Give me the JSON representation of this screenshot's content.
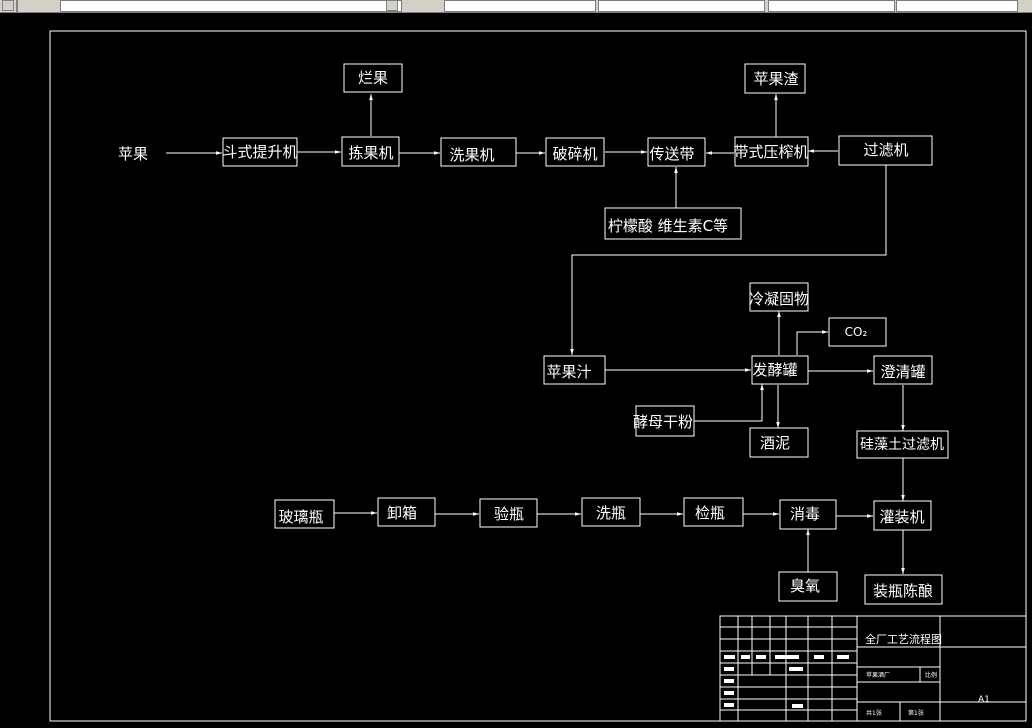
{
  "nodes": {
    "apple": "苹果",
    "bucket_elevator": "斗式提升机",
    "rotten_fruit": "烂果",
    "sorter": "拣果机",
    "washer": "洗果机",
    "crusher": "破碎机",
    "conveyor": "传送带",
    "pomace": "苹果渣",
    "belt_press": "带式压榨机",
    "filter": "过滤机",
    "additives": "柠檬酸 维生素C等",
    "condensed_solids": "冷凝固物",
    "co2": "CO₂",
    "apple_juice": "苹果汁",
    "fermenter": "发酵罐",
    "clarifier": "澄清罐",
    "yeast": "酵母干粉",
    "lees": "酒泥",
    "diatomite_filter": "硅藻土过滤机",
    "glass_bottle": "玻璃瓶",
    "unpacking": "卸箱",
    "bottle_inspect": "验瓶",
    "bottle_wash": "洗瓶",
    "bottle_check": "检瓶",
    "sterilize": "消毒",
    "filling": "灌装机",
    "ozone": "臭氧",
    "aging": "装瓶陈酿"
  },
  "title_block": {
    "drawing_title": "全厂工艺流程图",
    "project_label": "苹果酒厂",
    "ratio_label": "比例",
    "sheets_total": "共1张",
    "sheet_no": "第1张",
    "size": "A1"
  }
}
